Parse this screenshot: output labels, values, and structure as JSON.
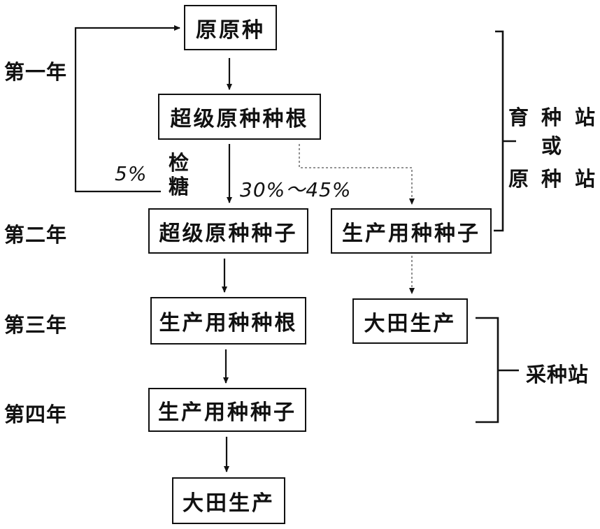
{
  "years": [
    "第一年",
    "第二年",
    "第三年",
    "第四年"
  ],
  "main_chain": {
    "original_seed": "原原种",
    "super_stock_root": "超级原种种根",
    "super_stock_seed": "超级原种种子",
    "production_root": "生产用种种根",
    "production_seed": "生产用种种子",
    "field_production": "大田生产"
  },
  "side_chain": {
    "production_seed": "生产用种种子",
    "field_production": "大田生产"
  },
  "annotations": {
    "sugar_test_top": "检",
    "sugar_test_bottom": "糖",
    "return_rate": "5%",
    "selection_rate": "30%～45%"
  },
  "stations": {
    "breeding_station": [
      "育",
      "种",
      "站"
    ],
    "or_text": "或",
    "original_seed_station": [
      "原",
      "种",
      "站"
    ],
    "seed_collection_station": "采种站"
  }
}
